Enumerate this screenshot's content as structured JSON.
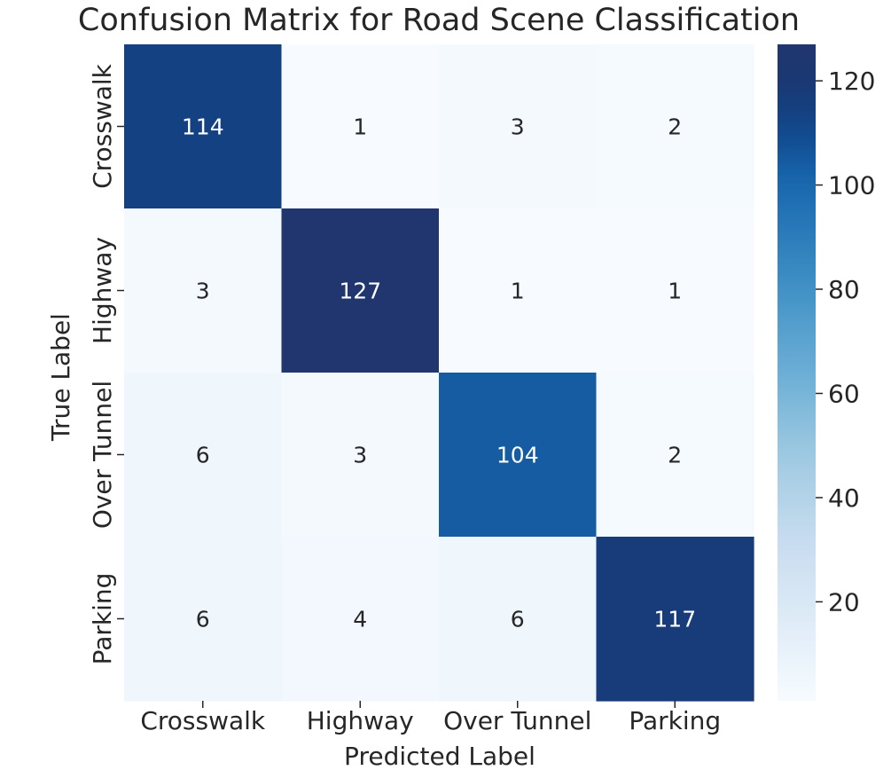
{
  "chart_data": {
    "type": "heatmap",
    "title": "Confusion Matrix for Road Scene Classification",
    "xlabel": "Predicted Label",
    "ylabel": "True Label",
    "x_categories": [
      "Crosswalk",
      "Highway",
      "Over Tunnel",
      "Parking"
    ],
    "y_categories": [
      "Crosswalk",
      "Highway",
      "Over Tunnel",
      "Parking"
    ],
    "values": [
      [
        114,
        1,
        3,
        2
      ],
      [
        3,
        127,
        1,
        1
      ],
      [
        6,
        3,
        104,
        2
      ],
      [
        6,
        4,
        6,
        117
      ]
    ],
    "colormap": "Blues",
    "colorbar": {
      "min": 1,
      "max": 127,
      "ticks": [
        20,
        40,
        60,
        80,
        100,
        120
      ]
    }
  }
}
